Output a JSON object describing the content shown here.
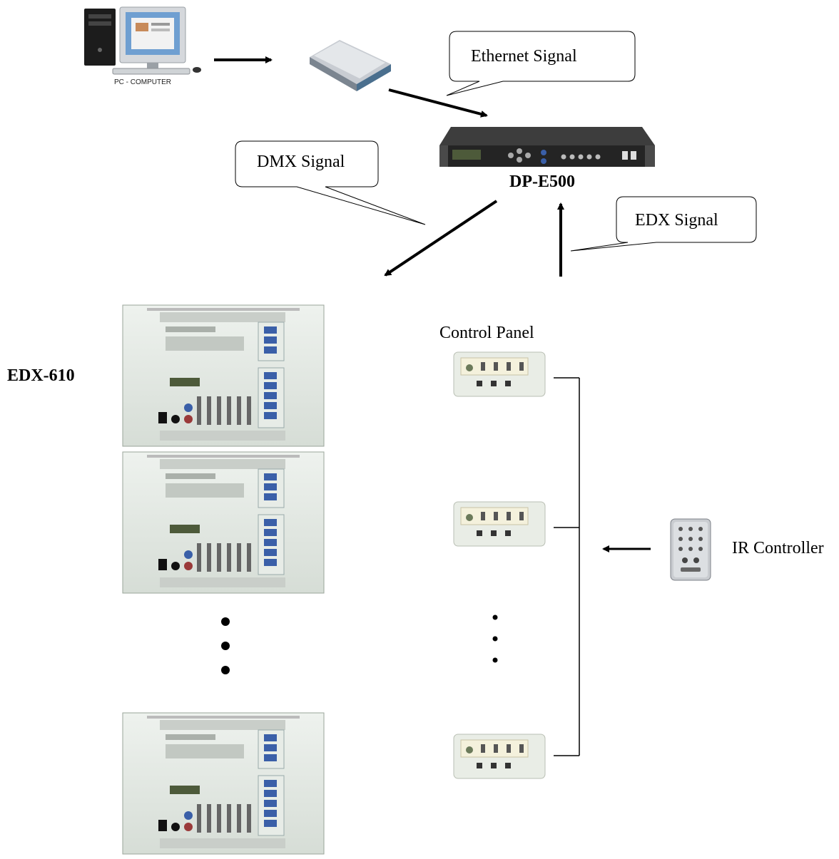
{
  "labels": {
    "pc_caption": "PC - COMPUTER",
    "ethernet": "Ethernet Signal",
    "dmx": "DMX Signal",
    "edx": "EDX Signal",
    "dp_e500": "DP-E500",
    "edx610": "EDX-610",
    "control_panel": "Control Panel",
    "ir_controller": "IR Controller"
  },
  "colors": {
    "line": "#000000",
    "panel_body": "#dfe6df",
    "panel_edge": "#9aa59a",
    "rack_body": "#2a2a2a",
    "lcd": "#4d5a3a",
    "button_blue": "#3a5fa8"
  }
}
